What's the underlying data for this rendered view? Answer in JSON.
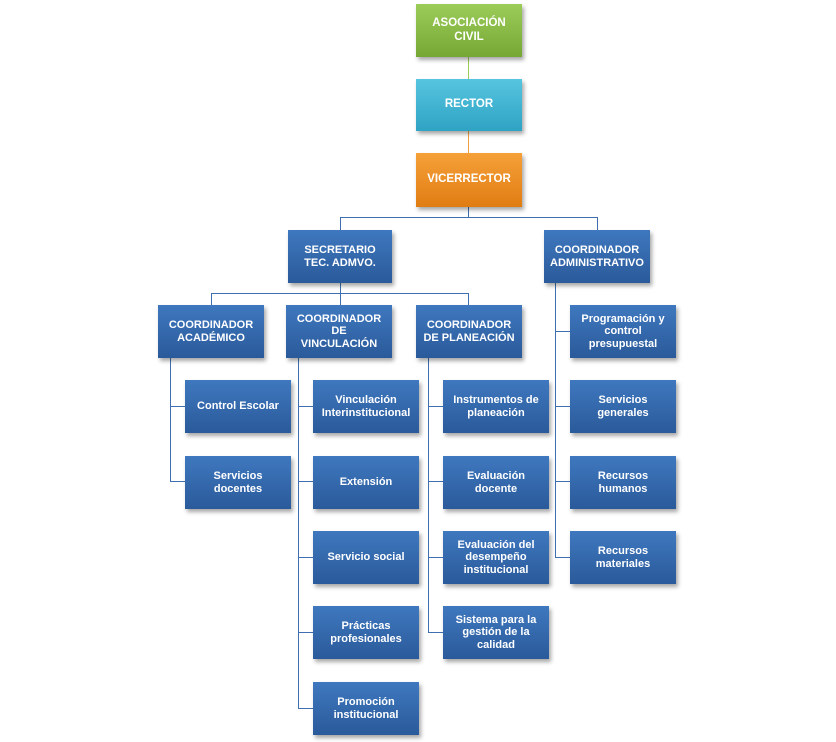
{
  "org": {
    "asociacion": "ASOCIACIÓN\nCIVIL",
    "rector": "RECTOR",
    "vicerrector": "VICERRECTOR",
    "secretario": "SECRETARIO\nTEC. ADMVO.",
    "coord_admin": "COORDINADOR\nADMINISTRATIVO",
    "coord_academico": "COORDINADOR\nACADÉMICO",
    "coord_vinculacion": "COORDINADOR\nDE VINCULACIÓN",
    "coord_planeacion": "COORDINADOR\nDE PLANEACIÓN",
    "academico_items": [
      "Control Escolar",
      "Servicios\ndocentes"
    ],
    "vinculacion_items": [
      "Vinculación\nInterinstitucional",
      "Extensión",
      "Servicio social",
      "Prácticas\nprofesionales",
      "Promoción\ninstitucional"
    ],
    "planeacion_items": [
      "Instrumentos de\nplaneación",
      "Evaluación\ndocente",
      "Evaluación del\ndesempeño\ninstitucional",
      "Sistema para la\ngestión de la\ncalidad"
    ],
    "admin_items": [
      "Programación y\ncontrol\npresupuestal",
      "Servicios\ngenerales",
      "Recursos\nhumanos",
      "Recursos\nmateriales"
    ]
  },
  "colors": {
    "box_blue": "#2f64a8",
    "box_green": "#8dbf45",
    "box_teal": "#43b7d6",
    "box_orange": "#f0901f",
    "line": "#3f6fb0"
  }
}
